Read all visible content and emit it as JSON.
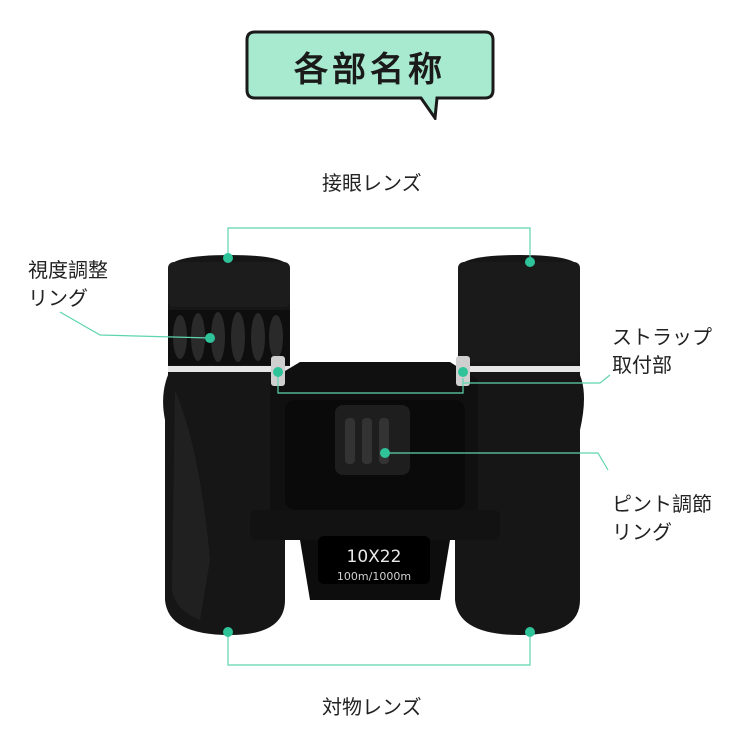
{
  "title": "各部名称",
  "labels": {
    "eyepiece": "接眼レンズ",
    "diopter": [
      "視度調整",
      "リング"
    ],
    "strap": [
      "ストラップ",
      "取付部"
    ],
    "focus": [
      "ピント調節",
      "リング"
    ],
    "objective": "対物レンズ"
  },
  "product_marking": {
    "model": "10X22",
    "spec": "100m/1000m"
  },
  "colors": {
    "accent": "#2fc39a",
    "bubble_fill": "#a8ead0",
    "body": "#141414"
  }
}
